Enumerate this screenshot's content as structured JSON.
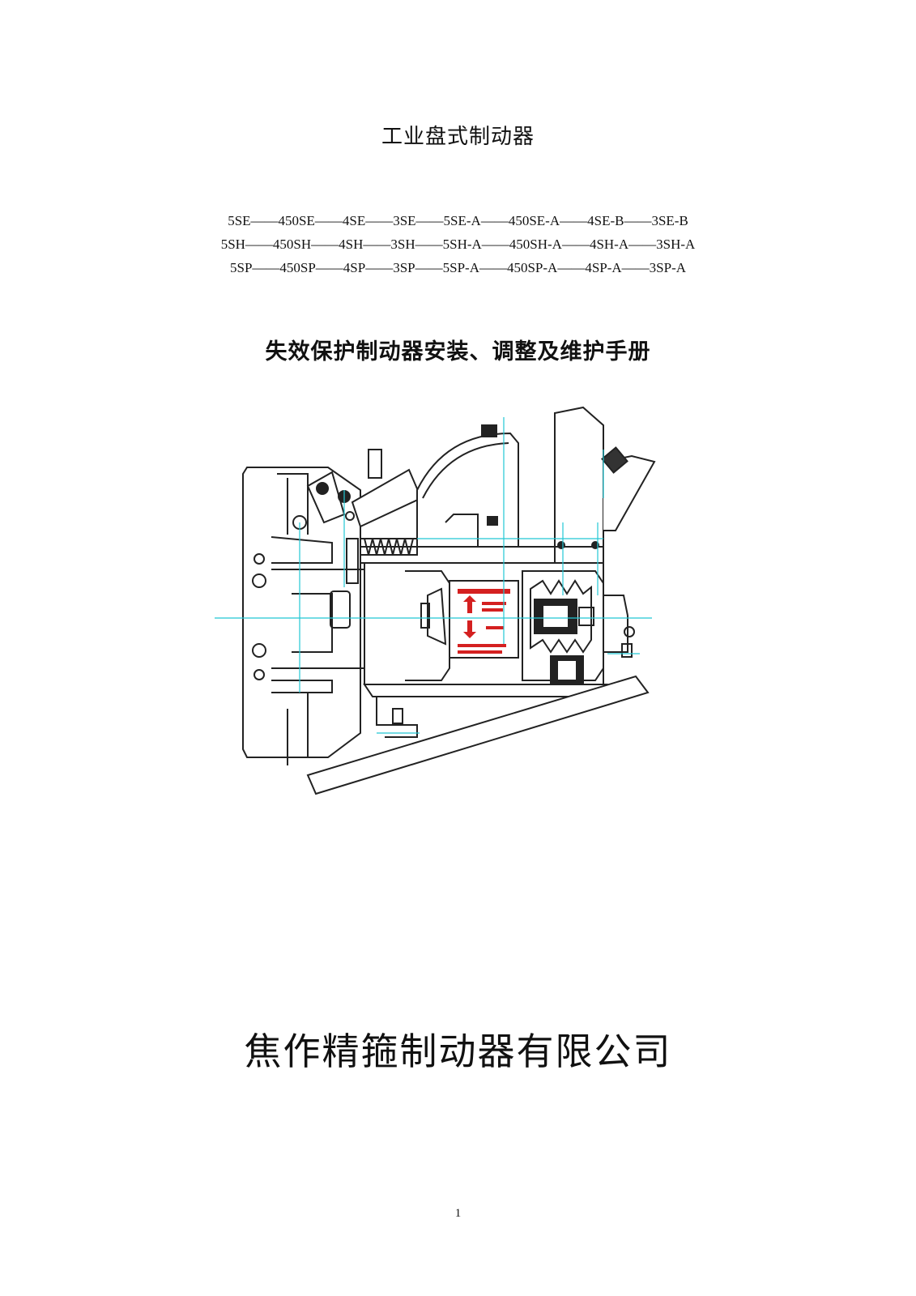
{
  "document": {
    "title": "工业盘式制动器",
    "model_lines": [
      "5SE——450SE——4SE——3SE——5SE-A——450SE-A——4SE-B——3SE-B",
      "5SH——450SH——4SH——3SH——5SH-A——450SH-A——4SH-A——3SH-A",
      "5SP——450SP——4SP——3SP——5SP-A——450SP-A——4SP-A——3SP-A"
    ],
    "subtitle": "失效保护制动器安装、调整及维护手册",
    "company": "焦作精箍制动器有限公司",
    "page_number": "1"
  },
  "drawing": {
    "description_label": "brake-assembly-drawing",
    "line_color": "#222222",
    "centerline_color": "#22c7d4",
    "label_color": "#d42020"
  }
}
